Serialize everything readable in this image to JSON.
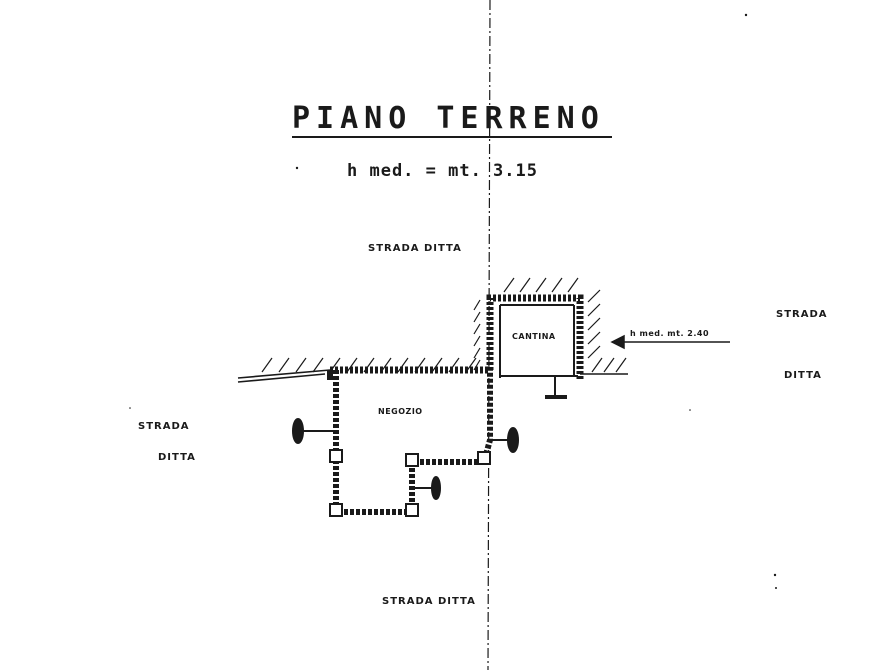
{
  "drawing": {
    "title": "PIANO TERRENO",
    "subtitle": "h med. = mt. 3.15",
    "label_north": "STRADA DITTA",
    "label_east_line1": "STRADA",
    "label_east_line2": "DITTA",
    "label_west_line1": "STRADA",
    "label_west_line2": "DITTA",
    "label_south": "STRADA DITTA",
    "room_main": "NEGOZIO",
    "room_small": "CANTINA",
    "level_note": "h med. mt. 2.40"
  },
  "colors": {
    "ink": "#1a1a1a",
    "paper": "#ffffff"
  }
}
